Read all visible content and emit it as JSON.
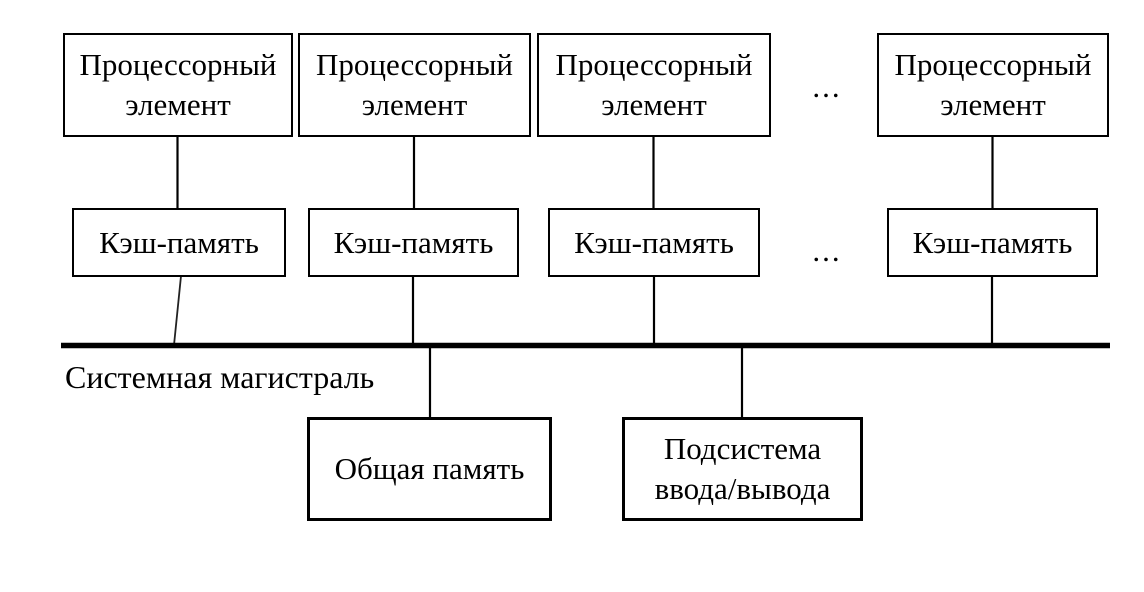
{
  "diagram": {
    "kind": "block-diagram",
    "processors": [
      {
        "label": "Процессорный элемент"
      },
      {
        "label": "Процессорный элемент"
      },
      {
        "label": "Процессорный элемент"
      },
      {
        "label": "Процессорный элемент"
      }
    ],
    "caches": [
      {
        "label": "Кэш-память"
      },
      {
        "label": "Кэш-память"
      },
      {
        "label": "Кэш-память"
      },
      {
        "label": "Кэш-память"
      }
    ],
    "ellipsis_top": "...",
    "ellipsis_middle": "...",
    "bus": {
      "label": "Системная магистраль"
    },
    "shared_memory": {
      "label": "Общая память"
    },
    "io_subsystem": {
      "label": "Подсистема ввода/вывода"
    }
  },
  "colors": {
    "line": "#000000",
    "text": "#000000",
    "background": "#ffffff"
  }
}
